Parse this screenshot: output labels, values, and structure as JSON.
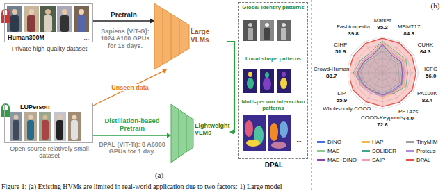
{
  "diagram": {
    "caption": "Figure 1: (a) Existing HVMs are limited in real-world application due to two factors: 1) Large model",
    "nodes": [
      {
        "text": [
          "Human300M",
          "...",
          "Private high-quality dataset"
        ]
      },
      {
        "text": [
          "Large VLMs"
        ]
      },
      {
        "text": [
          "LUPerson",
          "...",
          "Open-source relatively small dataset"
        ]
      },
      {
        "text": [
          "Lightweight VLMs"
        ]
      },
      {
        "text": [
          "DPAL"
        ]
      }
    ],
    "edges": [
      {
        "from": 0,
        "to": 1,
        "arrow": "to",
        "label": "Pretrain"
      },
      {
        "from": 2,
        "to": 1,
        "arrow": "to",
        "label": "Unseen data"
      },
      {
        "from": 2,
        "to": 3,
        "arrow": "to",
        "label": "Distillation-based Pretrain"
      },
      {
        "from": 1,
        "to": 3,
        "arrow": "to"
      }
    ],
    "labels": [
      "Sapiens (ViT-G): 1024 A100 GPUs for 18 days.",
      "DPAL (ViT-Ti): 8 A6000 GPUs for 1 day.",
      "Global identity patterns",
      "...",
      "Local shape patterns",
      "...",
      "Multi-person interaction patterns",
      "...",
      "(a)",
      "(b)",
      "Market",
      "95.2",
      "MSMT17",
      "84.3",
      "CUHK",
      "64.3",
      "ICFG",
      "56.0",
      "PA100K",
      "82.4",
      "PETAzs",
      "74.0",
      "COCO-Keypoints",
      "72.6",
      "Whole-body COCO",
      "LIP",
      "55.9",
      "Crowd-Human",
      "88.7",
      "CIHP",
      "51.9",
      "Fashionpedia",
      "39.8"
    ],
    "legend": [
      {
        "text": "DINO",
        "color": "#4a6fe3"
      },
      {
        "text": "HAP",
        "color": "#f0b84a"
      },
      {
        "text": "TinyMIM",
        "color": "#9aa0a6"
      },
      {
        "text": "MAE",
        "color": "#8cc98f"
      },
      {
        "text": "SOLIDER",
        "color": "#3fa58c"
      },
      {
        "text": "Proteus",
        "color": "#b08cd8"
      },
      {
        "text": "MAE+DINO",
        "color": "#8e44ad"
      },
      {
        "text": "SAIP",
        "color": "#f29ab8"
      },
      {
        "text": "DPAL",
        "color": "#e8504a"
      }
    ]
  }
}
